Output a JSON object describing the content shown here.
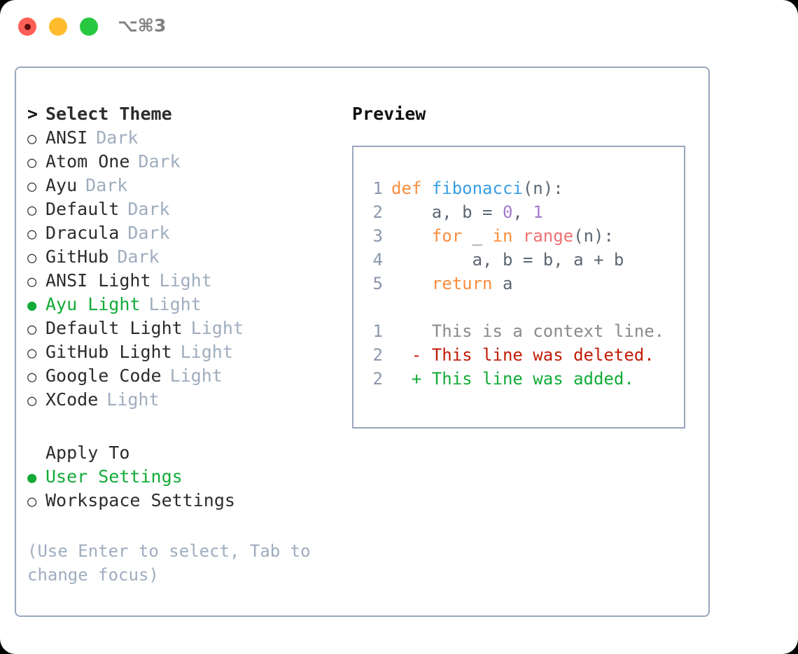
{
  "titlebar": {
    "shortcut": "⌥⌘3",
    "lights": [
      {
        "name": "close",
        "color": "#ff5f57"
      },
      {
        "name": "minimize",
        "color": "#ffbd2e"
      },
      {
        "name": "maximize",
        "color": "#28c840"
      }
    ]
  },
  "theme_picker": {
    "prompt": ">",
    "heading": "Select Theme",
    "marker_selected": "●",
    "marker_unselected": "○",
    "items": [
      {
        "label": "ANSI",
        "variant": "Dark",
        "selected": false
      },
      {
        "label": "Atom One",
        "variant": "Dark",
        "selected": false
      },
      {
        "label": "Ayu",
        "variant": "Dark",
        "selected": false
      },
      {
        "label": "Default",
        "variant": "Dark",
        "selected": false
      },
      {
        "label": "Dracula",
        "variant": "Dark",
        "selected": false
      },
      {
        "label": "GitHub",
        "variant": "Dark",
        "selected": false
      },
      {
        "label": "ANSI Light",
        "variant": "Light",
        "selected": false
      },
      {
        "label": "Ayu Light",
        "variant": "Light",
        "selected": true
      },
      {
        "label": "Default Light",
        "variant": "Light",
        "selected": false
      },
      {
        "label": "GitHub Light",
        "variant": "Light",
        "selected": false
      },
      {
        "label": "Google Code",
        "variant": "Light",
        "selected": false
      },
      {
        "label": "XCode",
        "variant": "Light",
        "selected": false
      }
    ]
  },
  "apply_to": {
    "heading": "Apply To",
    "items": [
      {
        "label": "User Settings",
        "selected": true
      },
      {
        "label": "Workspace Settings",
        "selected": false
      }
    ]
  },
  "hint": "(Use Enter to select, Tab to change focus)",
  "preview": {
    "title": "Preview",
    "code_lines": [
      {
        "number": "1",
        "tokens": [
          {
            "text": "def ",
            "type": "kw"
          },
          {
            "text": "fibonacci",
            "type": "fn"
          },
          {
            "text": "(n):",
            "type": "plain"
          }
        ]
      },
      {
        "number": "2",
        "tokens": [
          {
            "text": "    a, b = ",
            "type": "plain"
          },
          {
            "text": "0",
            "type": "num"
          },
          {
            "text": ", ",
            "type": "plain"
          },
          {
            "text": "1",
            "type": "num"
          }
        ]
      },
      {
        "number": "3",
        "tokens": [
          {
            "text": "    ",
            "type": "plain"
          },
          {
            "text": "for",
            "type": "kw"
          },
          {
            "text": " _ ",
            "type": "plain"
          },
          {
            "text": "in",
            "type": "kw"
          },
          {
            "text": " ",
            "type": "plain"
          },
          {
            "text": "range",
            "type": "builtin"
          },
          {
            "text": "(n):",
            "type": "plain"
          }
        ]
      },
      {
        "number": "4",
        "tokens": [
          {
            "text": "        a, b = b, a + b",
            "type": "plain"
          }
        ]
      },
      {
        "number": "5",
        "tokens": [
          {
            "text": "    ",
            "type": "plain"
          },
          {
            "text": "return",
            "type": "kw"
          },
          {
            "text": " a",
            "type": "plain"
          }
        ]
      }
    ],
    "diff_lines": [
      {
        "number": "1",
        "marker": " ",
        "text": "This is a context line.",
        "type": "ctx"
      },
      {
        "number": "2",
        "marker": "-",
        "text": "This line was deleted.",
        "type": "del"
      },
      {
        "number": "2",
        "marker": "+",
        "text": "This line was added.",
        "type": "add"
      }
    ]
  },
  "colors": {
    "accent_green": "#13ab38",
    "muted": "#9fadbf",
    "border": "#9aa7bd",
    "line_number": "#8a98ac",
    "syntax_keyword": "#fa8d3e",
    "syntax_function": "#399ee6",
    "syntax_number": "#a37acc",
    "syntax_builtin": "#f07171",
    "syntax_plain": "#5c6773",
    "diff_deleted": "#c21b07",
    "diff_added": "#13ab38",
    "diff_context": "#8a8a8a"
  }
}
